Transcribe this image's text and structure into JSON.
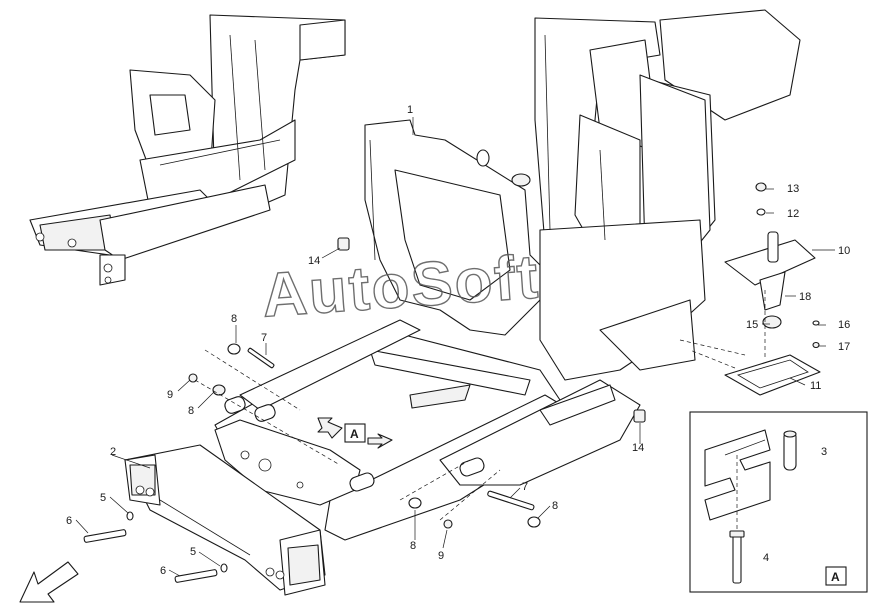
{
  "watermark": "AutoSoft",
  "callouts": {
    "c1": "1",
    "c2": "2",
    "c3": "3",
    "c4": "4",
    "c5a": "5",
    "c5b": "5",
    "c6a": "6",
    "c6b": "6",
    "c7a": "7",
    "c7b": "7",
    "c8a": "8",
    "c8b": "8",
    "c8c": "8",
    "c8d": "8",
    "c9a": "9",
    "c9b": "9",
    "c10": "10",
    "c11": "11",
    "c12": "12",
    "c13": "13",
    "c14a": "14",
    "c14b": "14",
    "c15": "15",
    "c16": "16",
    "c17": "17",
    "c18": "18"
  },
  "view_marker": "A",
  "detail_label": "A",
  "colors": {
    "line": "#1a1a1a",
    "paper": "#ffffff",
    "watermark": "#555555"
  }
}
